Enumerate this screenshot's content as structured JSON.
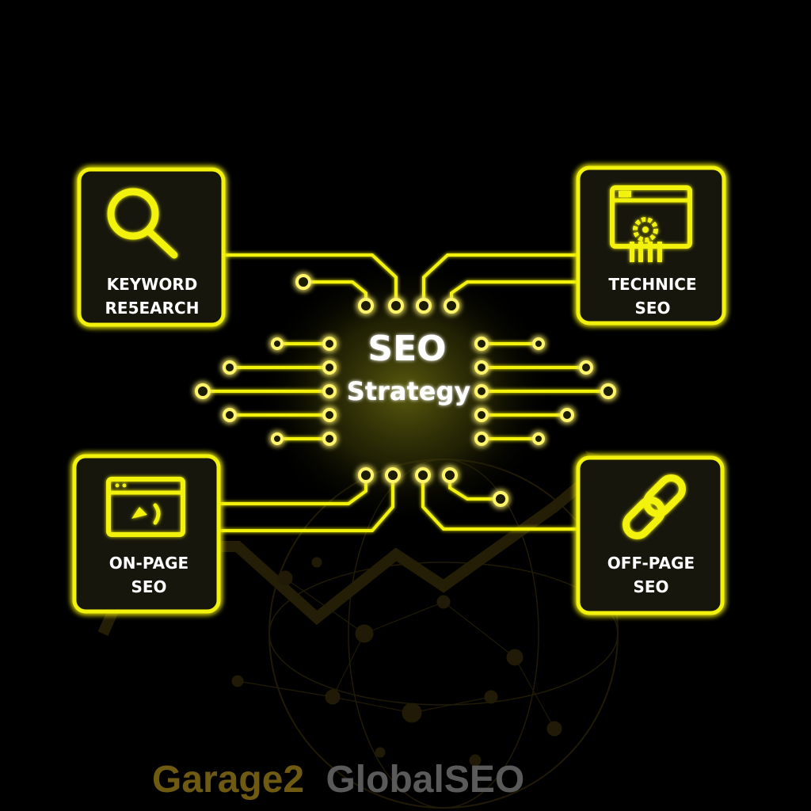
{
  "center": {
    "title": "SEO",
    "subtitle": "Strategy"
  },
  "cards": [
    {
      "id": "keyword",
      "lines": [
        "KEYWORD",
        "RE5EARCH"
      ],
      "icon": "magnifier-icon"
    },
    {
      "id": "technical",
      "lines": [
        "TECHNICE",
        "SEO"
      ],
      "icon": "gear-browser-icon"
    },
    {
      "id": "onpage",
      "lines": [
        "ON-PAGE",
        "SEO"
      ],
      "icon": "browser-window-icon"
    },
    {
      "id": "offpage",
      "lines": [
        "OFF-PAGE",
        "SEO"
      ],
      "icon": "chain-link-icon"
    }
  ],
  "watermark": {
    "part1": "Garage2",
    "part2": "GlobalSEO"
  },
  "colors": {
    "background": "#000000",
    "neon": "#f2f20a",
    "glow": "#fff36b",
    "card_bg": "#17170a",
    "watermark_gold": "#6e5a10",
    "watermark_grey": "#5a5a5a"
  }
}
